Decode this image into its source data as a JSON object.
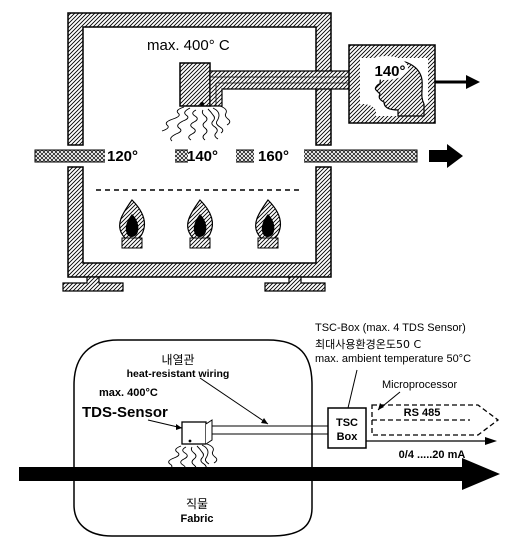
{
  "top": {
    "oven_max_label": "max. 400° C",
    "head_temp": "140°",
    "zone_temps": [
      "120°",
      "140°",
      "160°"
    ]
  },
  "bottom": {
    "wiring_ko": "내열관",
    "wiring_en": "heat-resistant wiring",
    "max_label": "max. 400°C",
    "sensor_label": "TDS-Sensor",
    "box_line1": "TSC",
    "box_line2": "Box",
    "box_caption": "TSC-Box (max. 4 TDS Sensor)",
    "ambient_ko": "최대사용환경온도50 C",
    "ambient_en": "max. ambient temperature 50°C",
    "microprocessor": "Microprocessor",
    "rs485": "RS 485",
    "current_out": "0/4 .....20 mA",
    "fabric_ko": "직물",
    "fabric_en": "Fabric"
  }
}
